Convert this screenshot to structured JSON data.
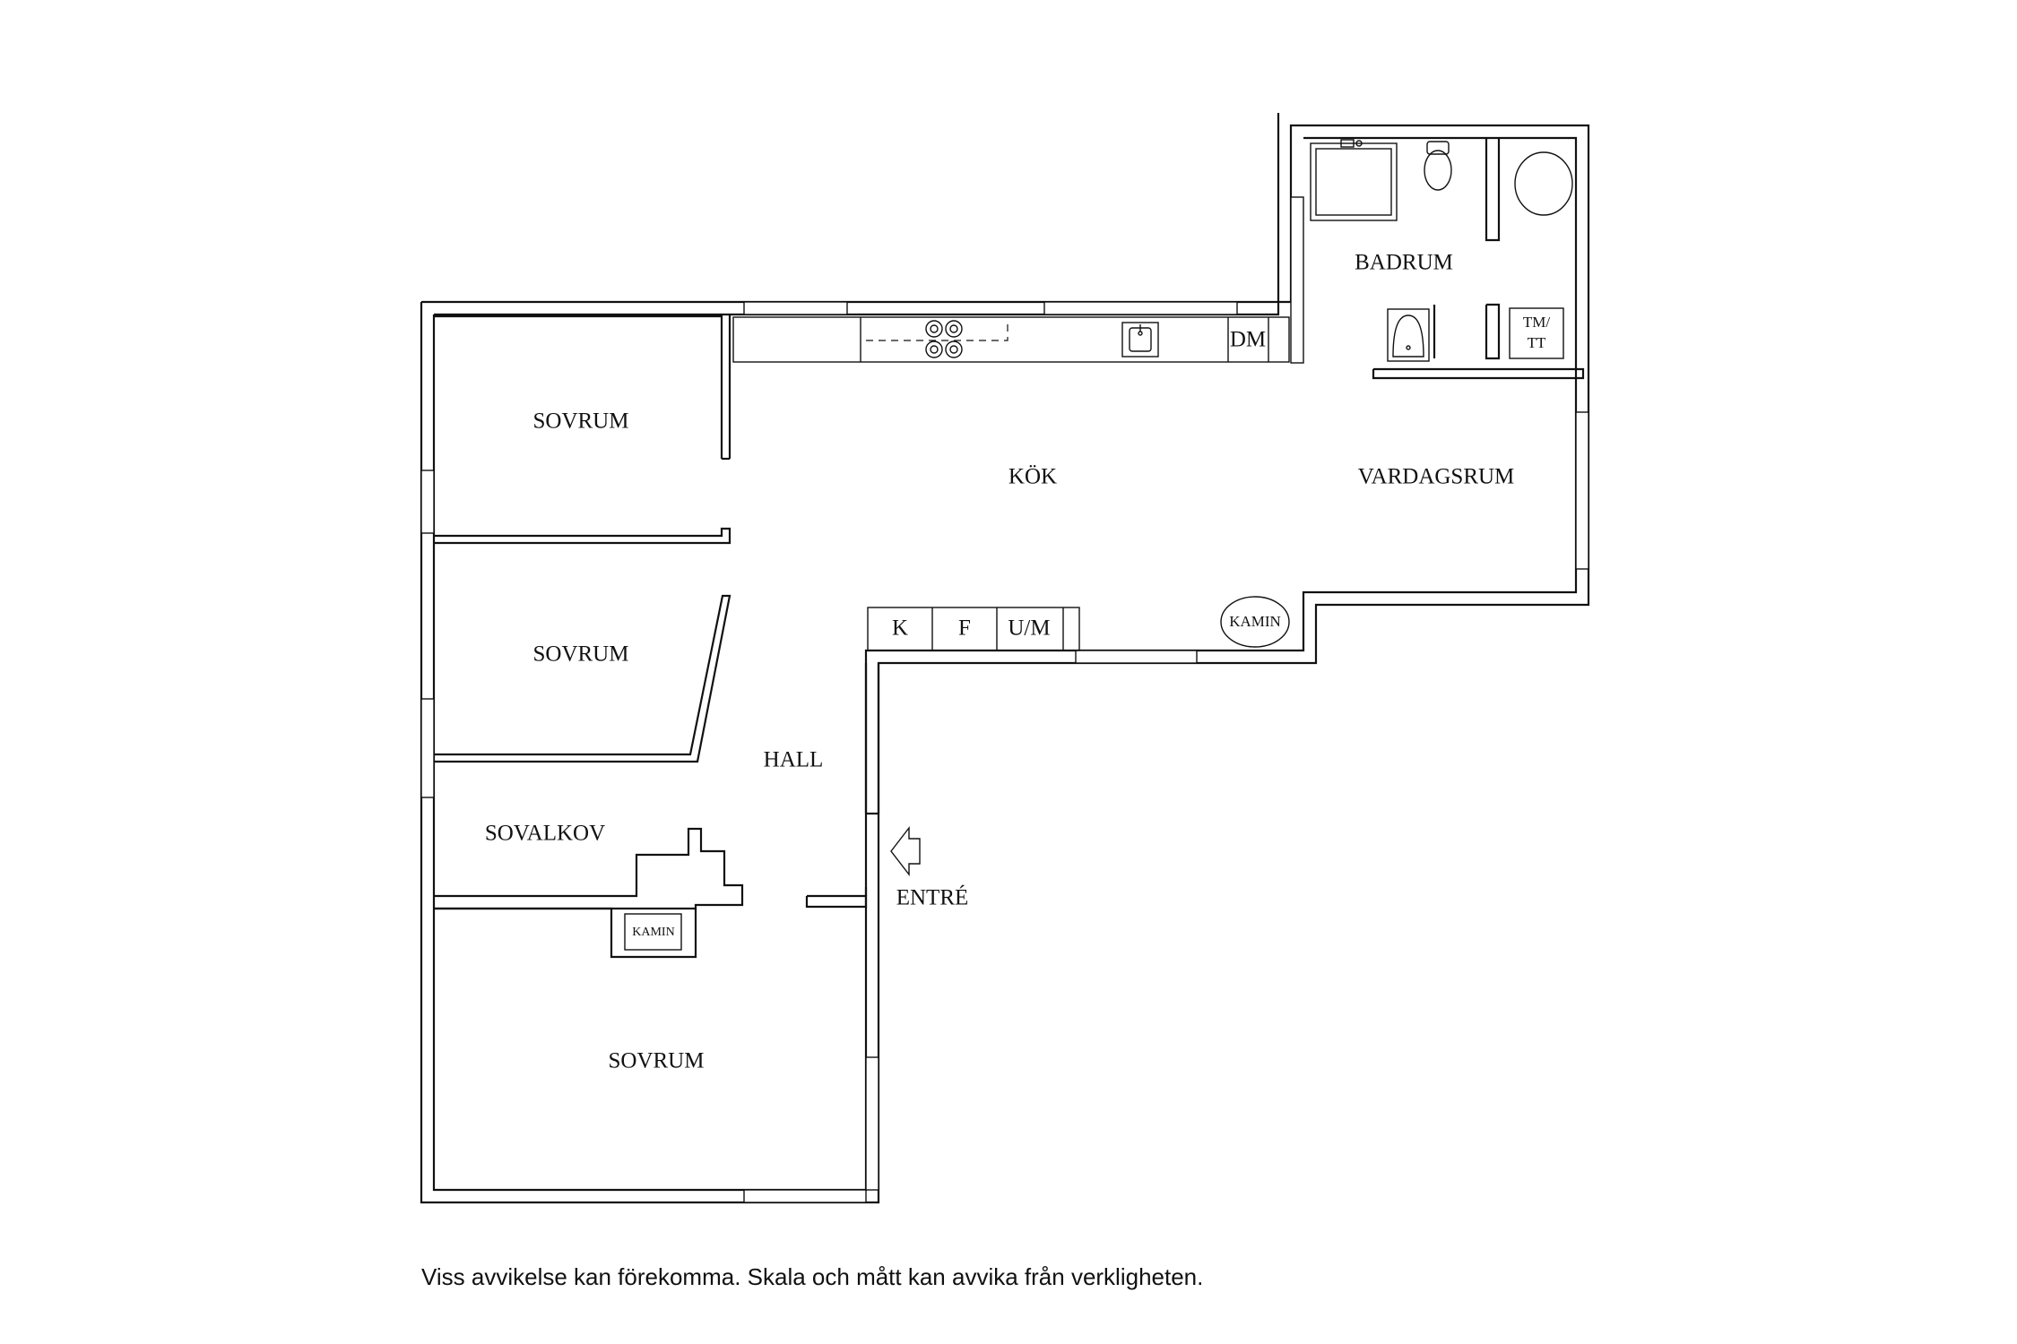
{
  "rooms": {
    "sovrum_1": "SOVRUM",
    "sovrum_2": "SOVRUM",
    "sovrum_3": "SOVRUM",
    "sovalkov": "SOVALKOV",
    "hall": "HALL",
    "kok": "KÖK",
    "vardagsrum": "VARDAGSRUM",
    "badrum": "BADRUM"
  },
  "fixtures": {
    "dm": "DM",
    "tm_line1": "TM/",
    "tm_line2": "TT",
    "k": "K",
    "f": "F",
    "um": "U/M",
    "kamin_living": "KAMIN",
    "kamin_bedroom": "KAMIN"
  },
  "entrance": "ENTRÉ",
  "disclaimer": "Viss avvikelse kan förekomma. Skala och mått kan avvika från verkligheten."
}
